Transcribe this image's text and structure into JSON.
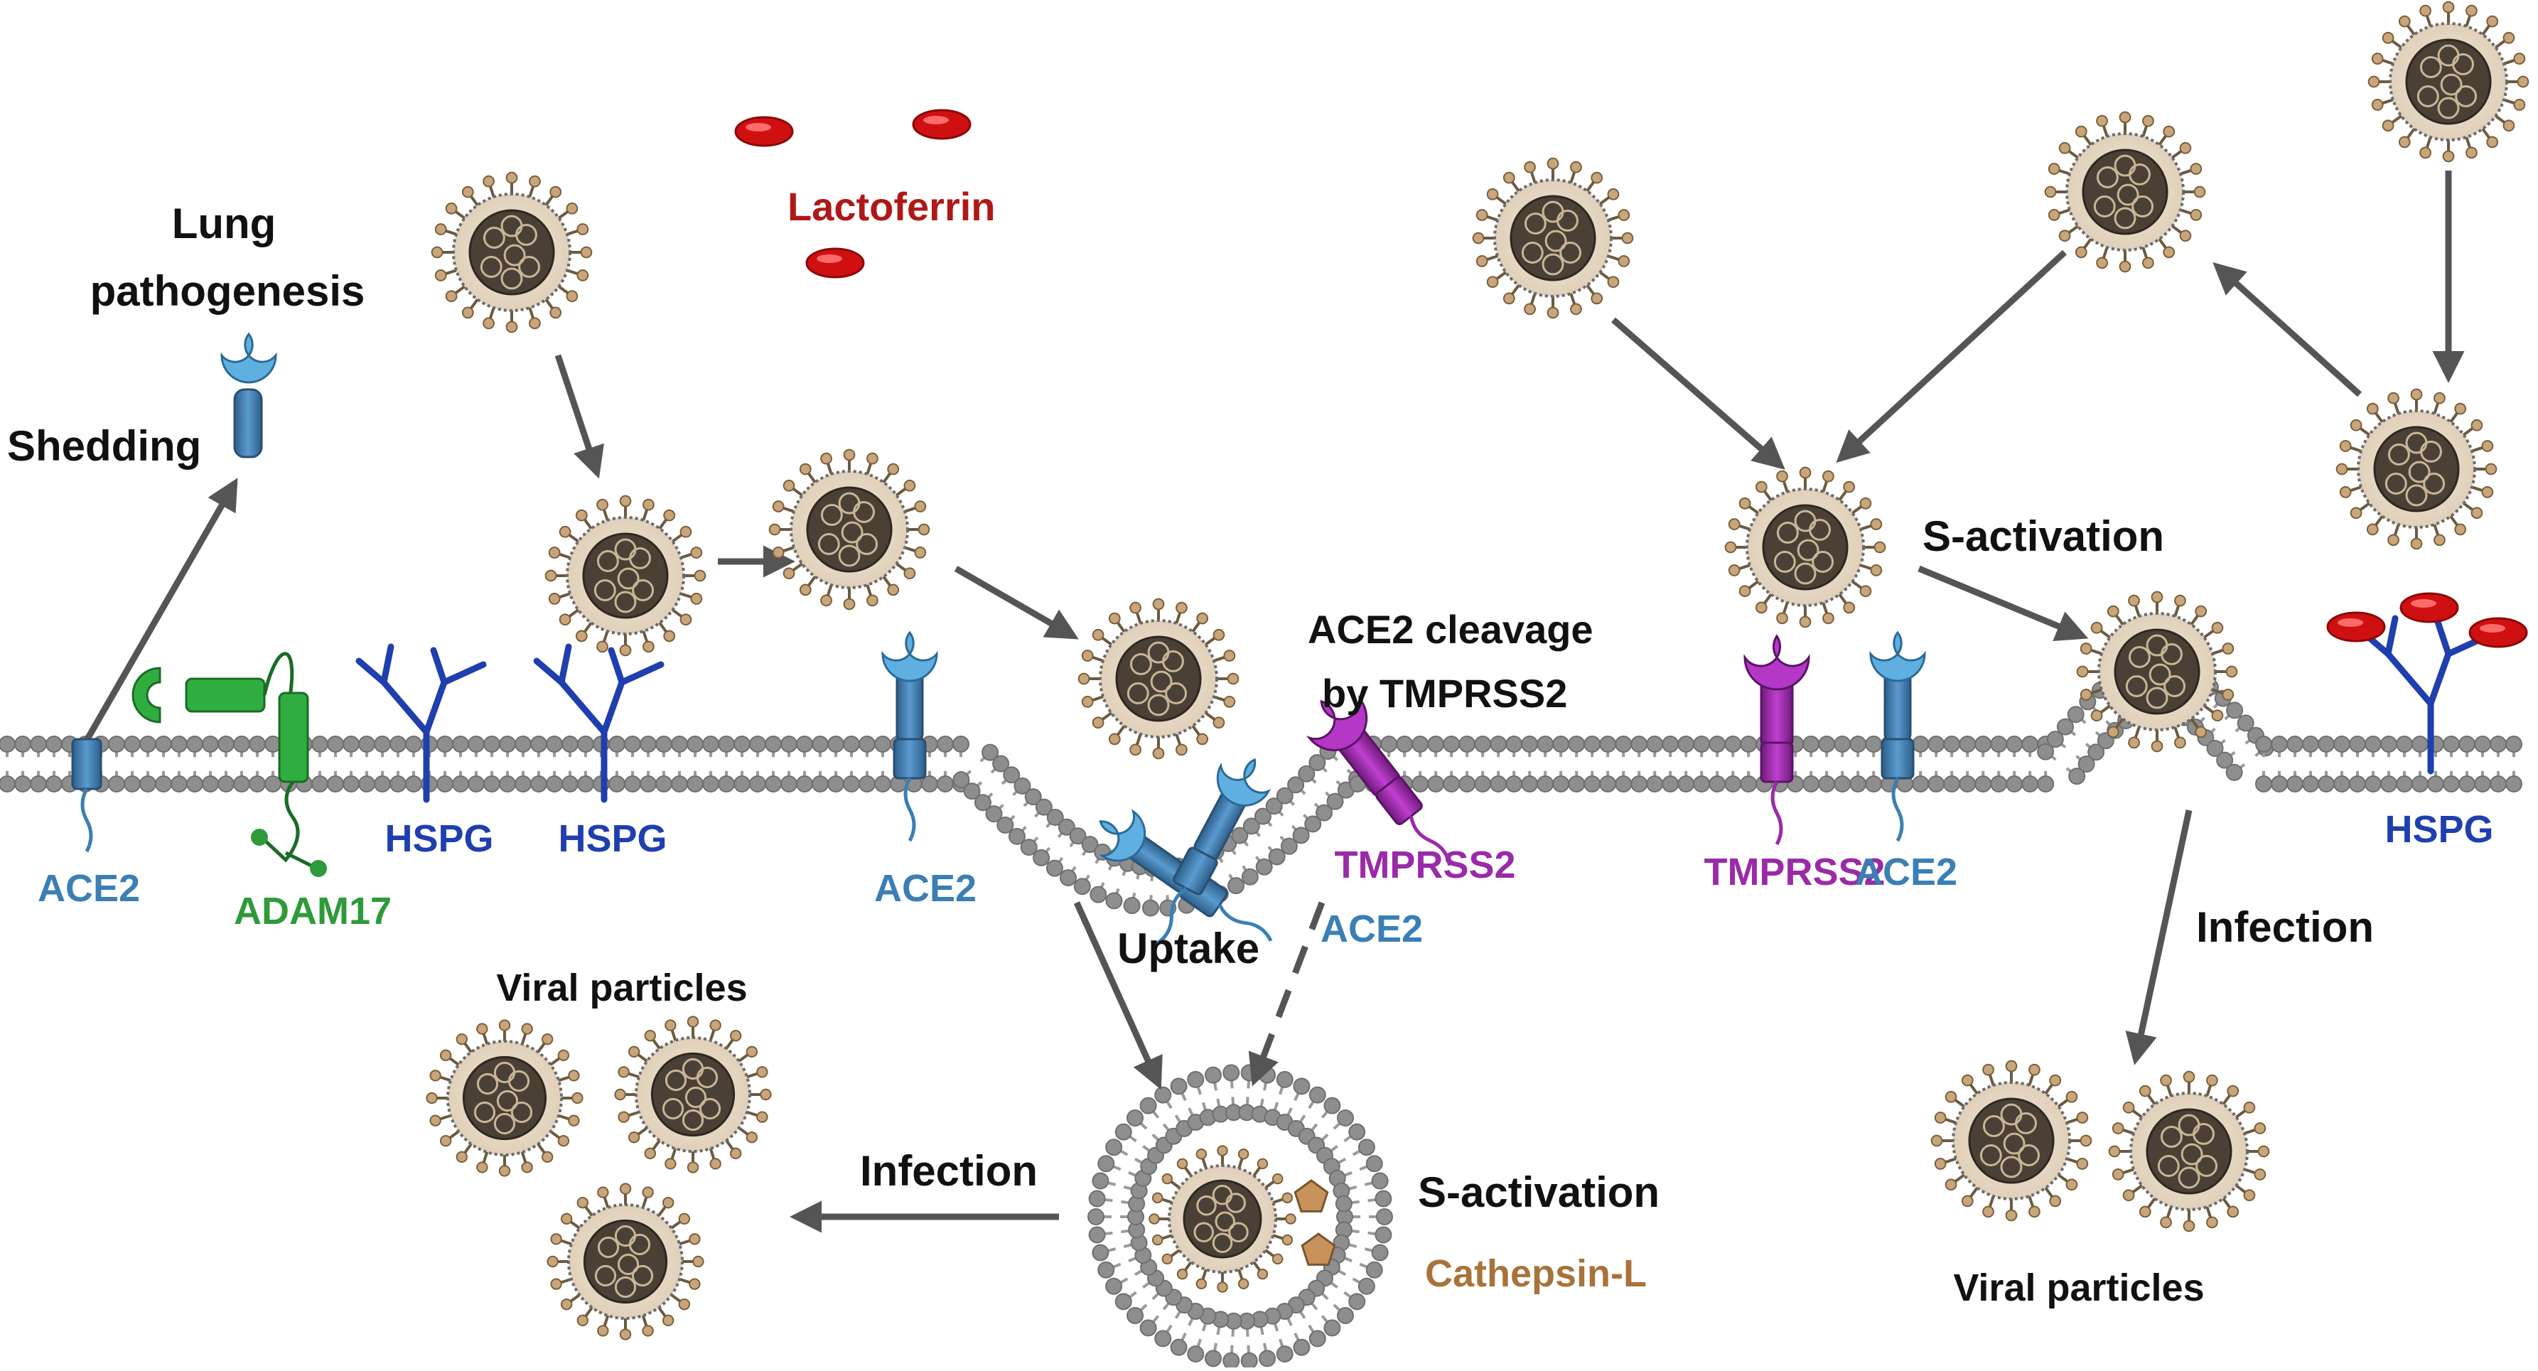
{
  "labels": {
    "lung_pathogenesis_1": "Lung",
    "lung_pathogenesis_2": "pathogenesis",
    "shedding": "Shedding",
    "lactoferrin": "Lactoferrin",
    "ace2_cleavage_1": "ACE2 cleavage",
    "ace2_cleavage_2": "by TMPRSS2",
    "s_activation_right": "S-activation",
    "s_activation_bottom": "S-activation",
    "cathepsin": "Cathepsin-L",
    "uptake": "Uptake",
    "infection_left": "Infection",
    "infection_right": "Infection",
    "viral_particles_left": "Viral particles",
    "viral_particles_right": "Viral particles",
    "ace2_1": "ACE2",
    "adam17": "ADAM17",
    "hspg_1": "HSPG",
    "hspg_2": "HSPG",
    "ace2_2": "ACE2",
    "tmprss2_1": "TMPRSS2",
    "ace2_3": "ACE2",
    "tmprss2_2": "TMPRSS2",
    "ace2_4": "ACE2",
    "hspg_3": "HSPG"
  },
  "colors": {
    "ace2": "#3a7fb5",
    "adam17": "#2e9a3a",
    "hspg": "#1f3fae",
    "tmprss2": "#9a2aa8",
    "lactoferrin": "#d01010",
    "cathepsin": "#b07a3a",
    "arrow": "#555555",
    "text": "#111111"
  }
}
